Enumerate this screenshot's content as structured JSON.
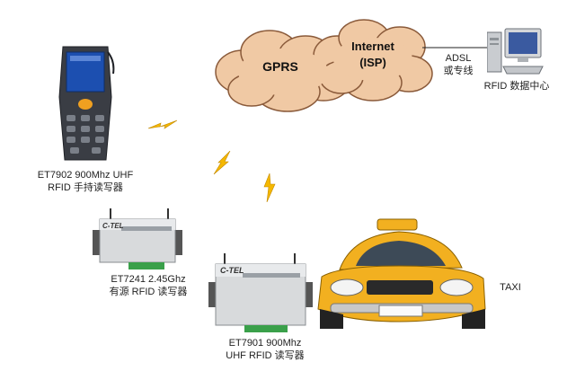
{
  "network": {
    "cloud_gprs": "GPRS",
    "cloud_internet_line1": "Internet",
    "cloud_internet_line2": "(ISP)",
    "link_adsl_line1": "ADSL",
    "link_adsl_line2": "或专线"
  },
  "data_center": {
    "label": "RFID 数据中心"
  },
  "handheld": {
    "label_line1": "ET7902 900Mhz  UHF",
    "label_line2": "RFID 手持读写器"
  },
  "reader_active": {
    "label_line1": "ET7241 2.45Ghz",
    "label_line2": "有源 RFID 读写器",
    "brand": "C-TEL"
  },
  "reader_uhf": {
    "label_line1": "ET7901 900Mhz",
    "label_line2": "UHF RFID 读写器",
    "brand": "C-TEL"
  },
  "taxi": {
    "label": "TAXI"
  },
  "colors": {
    "cloud_fill": "#f0c9a4",
    "cloud_stroke": "#8a5a3a",
    "bolt": "#f5b800",
    "taxi_yellow": "#f2b020",
    "device_body": "#d8dadc",
    "handheld_body": "#3a3d44",
    "screen_blue": "#1c4fb0"
  }
}
